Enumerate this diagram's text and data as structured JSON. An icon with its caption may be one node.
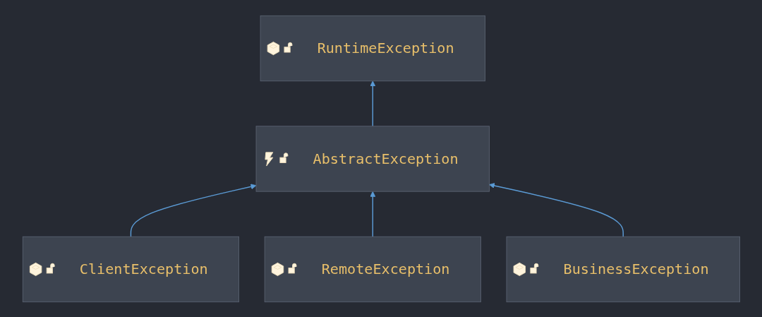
{
  "diagram": {
    "nodes": [
      {
        "text": [
          "RuntimeException"
        ]
      },
      {
        "text": [
          "AbstractException"
        ]
      },
      {
        "text": [
          "ClientException"
        ]
      },
      {
        "text": [
          "RemoteException"
        ]
      },
      {
        "text": [
          "BusinessException"
        ]
      }
    ],
    "edges": [
      {
        "from": 1,
        "to": 0,
        "arrow": "to"
      },
      {
        "from": 2,
        "to": 1,
        "arrow": "to"
      },
      {
        "from": 3,
        "to": 1,
        "arrow": "to"
      },
      {
        "from": 4,
        "to": 1,
        "arrow": "to"
      }
    ]
  }
}
